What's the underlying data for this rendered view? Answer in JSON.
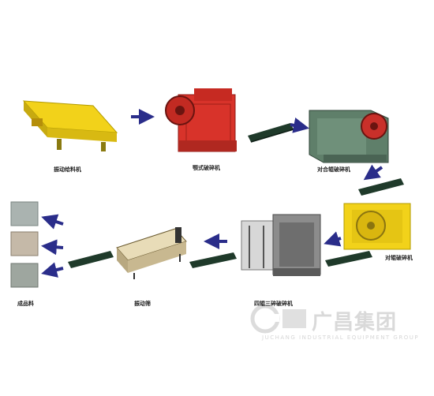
{
  "labels": {
    "vibrating_feeder": "振动给料机",
    "jaw_crusher": "颚式破碎机",
    "double_roll_crusher_1": "对合辊破碎机",
    "double_roll_crusher_2": "对辊破碎机",
    "four_roll_crusher": "四辊三碎破碎机",
    "vibrating_screen": "振动筛",
    "finished_material": "成品料"
  },
  "watermark": {
    "brand": "广昌集团",
    "subtitle": "JUCHANG INDUSTRIAL EQUIPMENT GROUP"
  },
  "colors": {
    "arrow": "#2a2d8a",
    "machine_yellow": "#f2d21a",
    "machine_red": "#d8332a",
    "machine_green": "#5f7f6a",
    "conveyor": "#1f3a2a",
    "watermark": "#d9d9d9"
  }
}
